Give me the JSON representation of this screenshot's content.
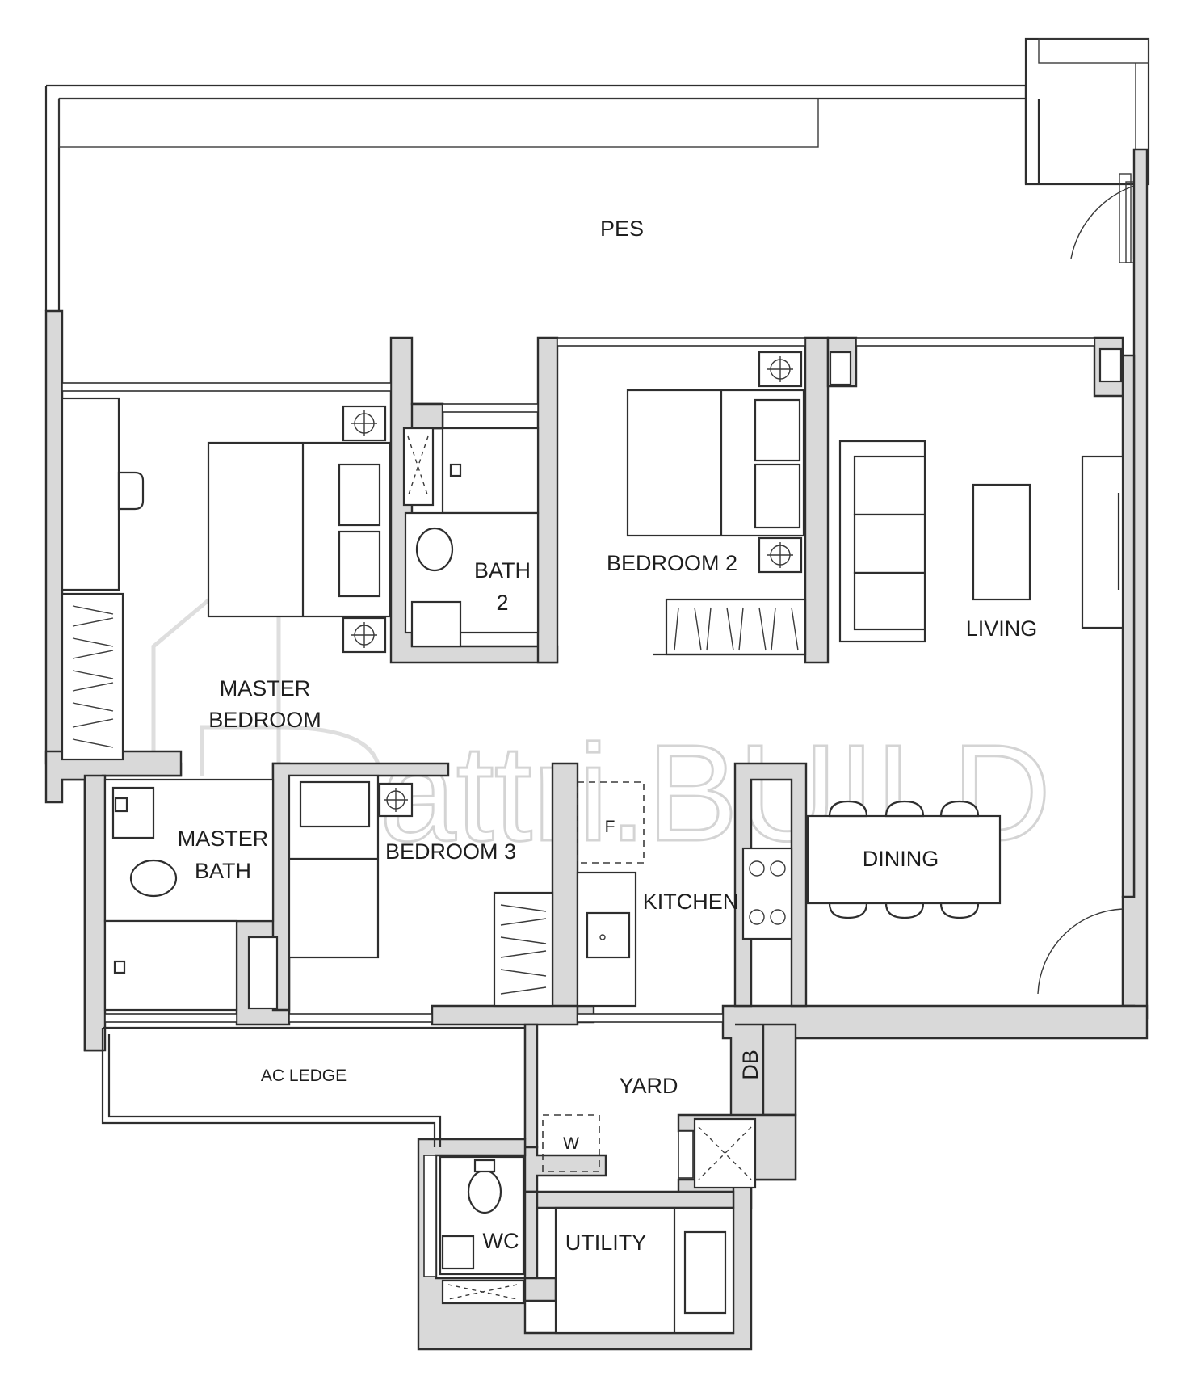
{
  "rooms": {
    "pes": "PES",
    "bath2_line1": "BATH",
    "bath2_line2": "2",
    "bedroom2": "BEDROOM 2",
    "living": "LIVING",
    "master_bedroom_line1": "MASTER",
    "master_bedroom_line2": "BEDROOM",
    "master_bath_line1": "MASTER",
    "master_bath_line2": "BATH",
    "bedroom3": "BEDROOM 3",
    "kitchen": "KITCHEN",
    "dining": "DINING",
    "ac_ledge": "AC LEDGE",
    "yard": "YARD",
    "db": "DB",
    "wc": "WC",
    "utility": "UTILITY"
  },
  "appliances": {
    "fridge": "F",
    "washer": "W"
  },
  "watermark": {
    "text": "attri.BUILD"
  },
  "colors": {
    "wall_fill": "#d9d9d9",
    "line": "#2e2e2e",
    "background": "#ffffff"
  }
}
